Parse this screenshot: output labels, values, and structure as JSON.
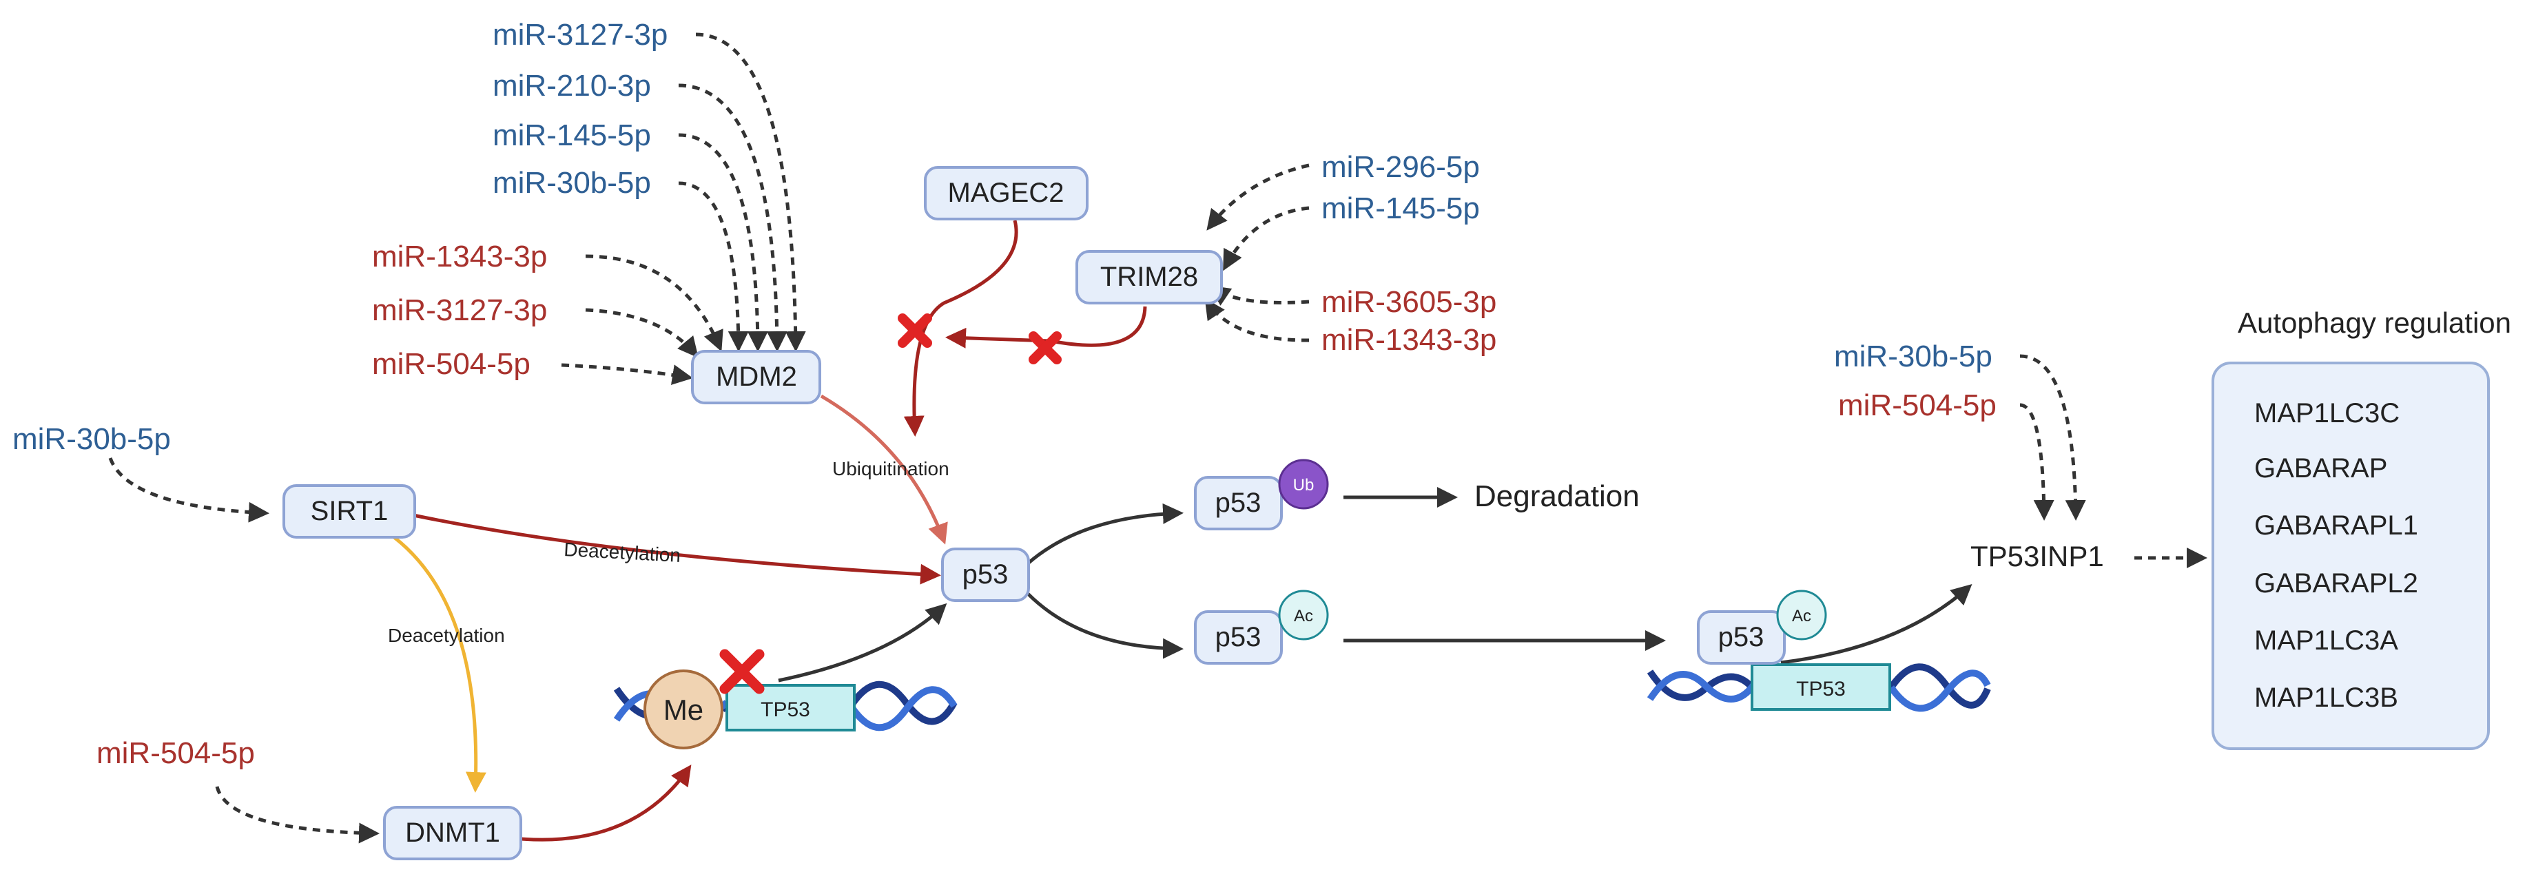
{
  "colors": {
    "blue_mirna": "#2e5f94",
    "red_mirna": "#a8322d",
    "node_fill": "#e6eefa",
    "node_stroke": "#8ea3d4",
    "dna_dark": "#1e3a8a",
    "dna_light": "#3b6fd6",
    "gene_fill": "#c8f0f2",
    "gene_stroke": "#1f8a95",
    "me_fill": "#f0d3b2",
    "me_stroke": "#a66b3c",
    "ub_fill": "#8a54c9",
    "ac_fill": "#dff5f5",
    "inhibit_x": "#e02424",
    "arrow_black": "#333333",
    "arrow_red": "#a3231f",
    "arrow_salmon": "#d46a5d",
    "arrow_yellow": "#f0b433",
    "panel_fill": "#eaf1fb",
    "panel_stroke": "#9ab0d8"
  },
  "mirnas": {
    "mdm2": [
      {
        "label": "miR-3127-3p",
        "color": "blue"
      },
      {
        "label": "miR-210-3p",
        "color": "blue"
      },
      {
        "label": "miR-145-5p",
        "color": "blue"
      },
      {
        "label": "miR-30b-5p",
        "color": "blue"
      },
      {
        "label": "miR-1343-3p",
        "color": "red"
      },
      {
        "label": "miR-3127-3p",
        "color": "red"
      },
      {
        "label": "miR-504-5p",
        "color": "red"
      }
    ],
    "trim28": [
      {
        "label": "miR-296-5p",
        "color": "blue"
      },
      {
        "label": "miR-145-5p",
        "color": "blue"
      },
      {
        "label": "miR-3605-3p",
        "color": "red"
      },
      {
        "label": "miR-1343-3p",
        "color": "red"
      }
    ],
    "sirt1": {
      "label": "miR-30b-5p",
      "color": "blue"
    },
    "dnmt1": {
      "label": "miR-504-5p",
      "color": "red"
    },
    "tp53inp1": [
      {
        "label": "miR-30b-5p",
        "color": "blue"
      },
      {
        "label": "miR-504-5p",
        "color": "red"
      }
    ]
  },
  "nodes": {
    "mdm2": "MDM2",
    "magec2": "MAGEC2",
    "trim28": "TRIM28",
    "sirt1": "SIRT1",
    "dnmt1": "DNMT1",
    "p53_center": "p53",
    "p53_ub": "p53",
    "p53_ac": "p53",
    "p53_dna": "p53",
    "tp53inp1": "TP53INP1",
    "degradation": "Degradation"
  },
  "badges": {
    "ub": "Ub",
    "ac_mid": "Ac",
    "ac_dna": "Ac",
    "me": "Me"
  },
  "genes": {
    "tp53_left": "TP53",
    "tp53_right": "TP53"
  },
  "edge_labels": {
    "ubiquitination": "Ubiquitination",
    "deacetylation_h": "Deacetylation",
    "deacetylation_v": "Deacetylation"
  },
  "autophagy": {
    "title": "Autophagy regulation",
    "genes": [
      "MAP1LC3C",
      "GABARAP",
      "GABARAPL1",
      "GABARAPL2",
      "MAP1LC3A",
      "MAP1LC3B"
    ]
  }
}
